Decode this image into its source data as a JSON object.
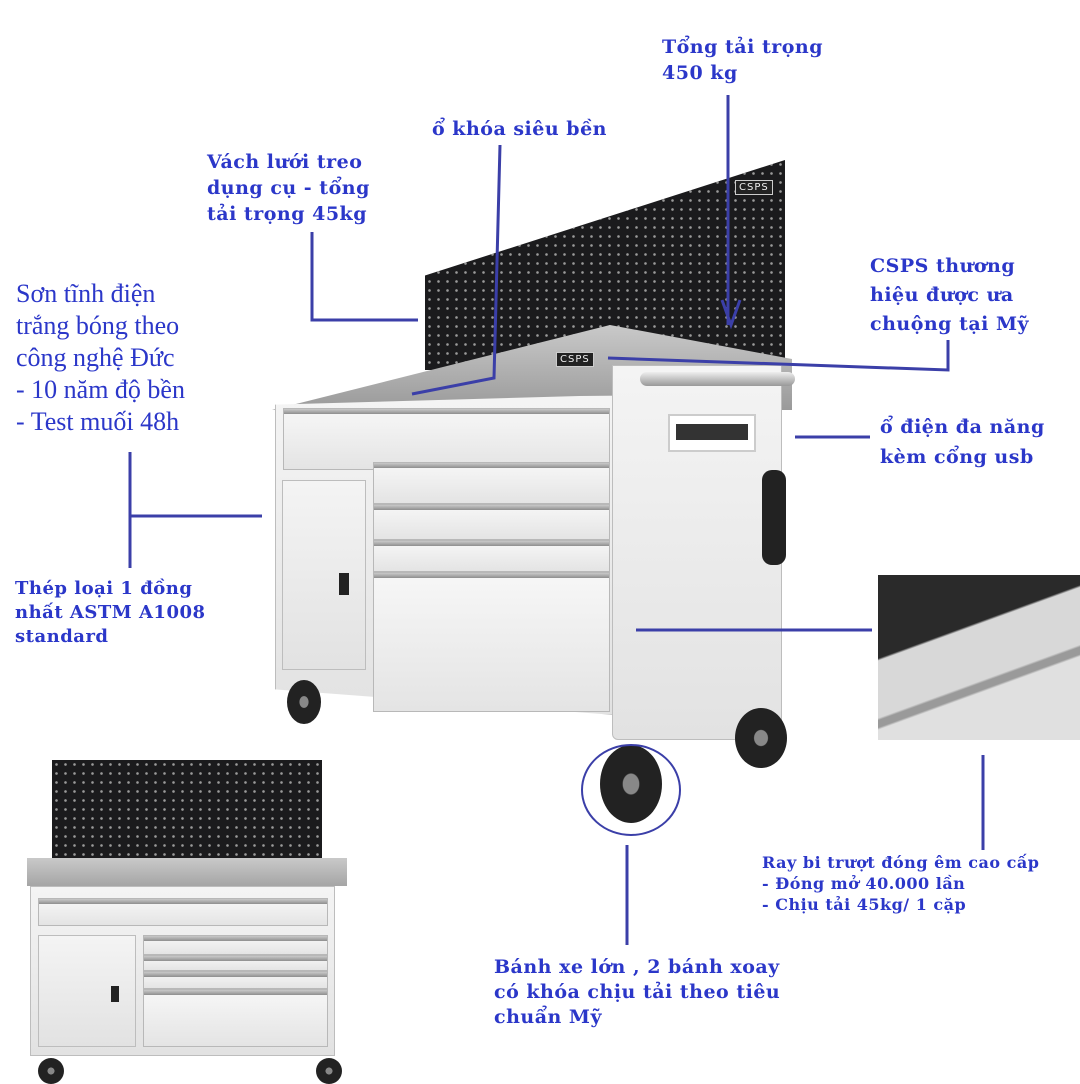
{
  "brand_logo": "CSPS",
  "labels": {
    "total_load": "Tổng tải trọng\n450 kg",
    "lock": "ổ khóa siêu bền",
    "pegboard": "Vách lưới treo\ndụng cụ - tổng\ntải trọng 45kg",
    "brand": "CSPS thương\nhiệu được ưa\nchuộng tại Mỹ",
    "paint": "Sơn tĩnh điện\ntrắng bóng theo\ncông nghệ Đức\n- 10 năm độ bền\n- Test muối 48h",
    "power": "ổ điện đa năng\nkèm cổng usb",
    "steel": "Thép loại 1 đồng\nnhất ASTM A1008\nstandard",
    "rails": "Ray bi trượt đóng êm cao cấp\n- Đóng mở 40.000 lần\n- Chịu tải 45kg/ 1 cặp",
    "wheels": "Bánh xe lớn , 2 bánh xoay\ncó khóa chịu tải theo tiêu\nchuẩn Mỹ"
  },
  "colors": {
    "text": "#2b37c9",
    "line": "#3b3fa8"
  }
}
